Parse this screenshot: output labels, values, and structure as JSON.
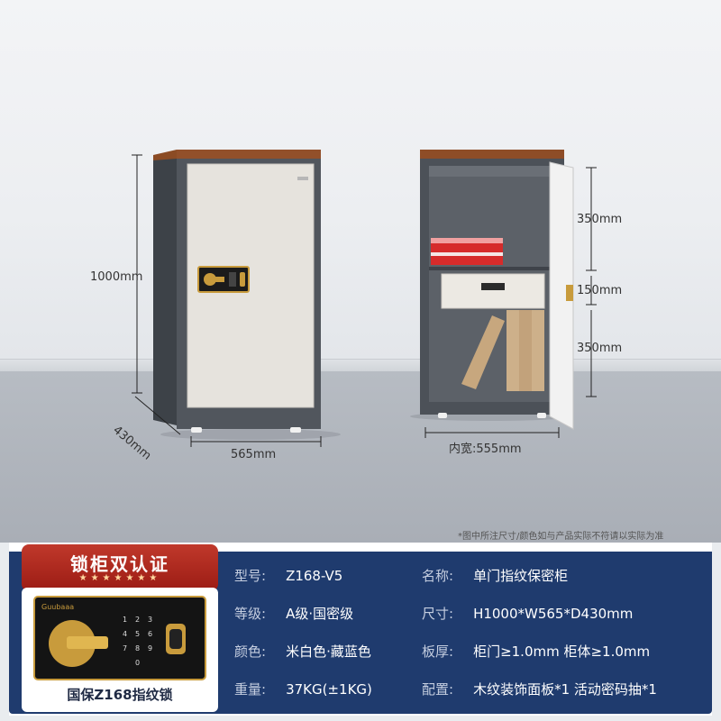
{
  "dimensions": {
    "height_total": "1000mm",
    "depth": "430mm",
    "width_outer": "565mm",
    "inner_width": "内宽:555mm",
    "top_section": "350mm",
    "middle_section": "150mm",
    "bottom_section": "350mm"
  },
  "note": "*图中所注尺寸/颜色如与产品实际不符请以实际为准",
  "badge": {
    "title": "锁柜双认证",
    "stars": "★★★★★★★"
  },
  "lock": {
    "brand": "Guubaaa",
    "caption": "国保Z168指纹锁"
  },
  "specs": {
    "left": [
      {
        "label": "型号:",
        "value": "Z168-V5"
      },
      {
        "label": "等级:",
        "value": "A级·国密级"
      },
      {
        "label": "颜色:",
        "value": "米白色·藏蓝色"
      },
      {
        "label": "重量:",
        "value": "37KG(±1KG)"
      }
    ],
    "right": [
      {
        "label": "名称:",
        "value": "单门指纹保密柜"
      },
      {
        "label": "尺寸:",
        "value": "H1000*W565*D430mm"
      },
      {
        "label": "板厚:",
        "value": "柜门≥1.0mm 柜体≥1.0mm"
      },
      {
        "label": "配置:",
        "value": "木纹装饰面板*1 活动密码抽*1"
      }
    ]
  },
  "colors": {
    "panel": "#1f3b6e",
    "badge": "#b0281f",
    "cabinet_body": "#4b5057",
    "door": "#e4e2dc",
    "wood_top": "#8a4a25",
    "gold": "#c89b3c"
  }
}
